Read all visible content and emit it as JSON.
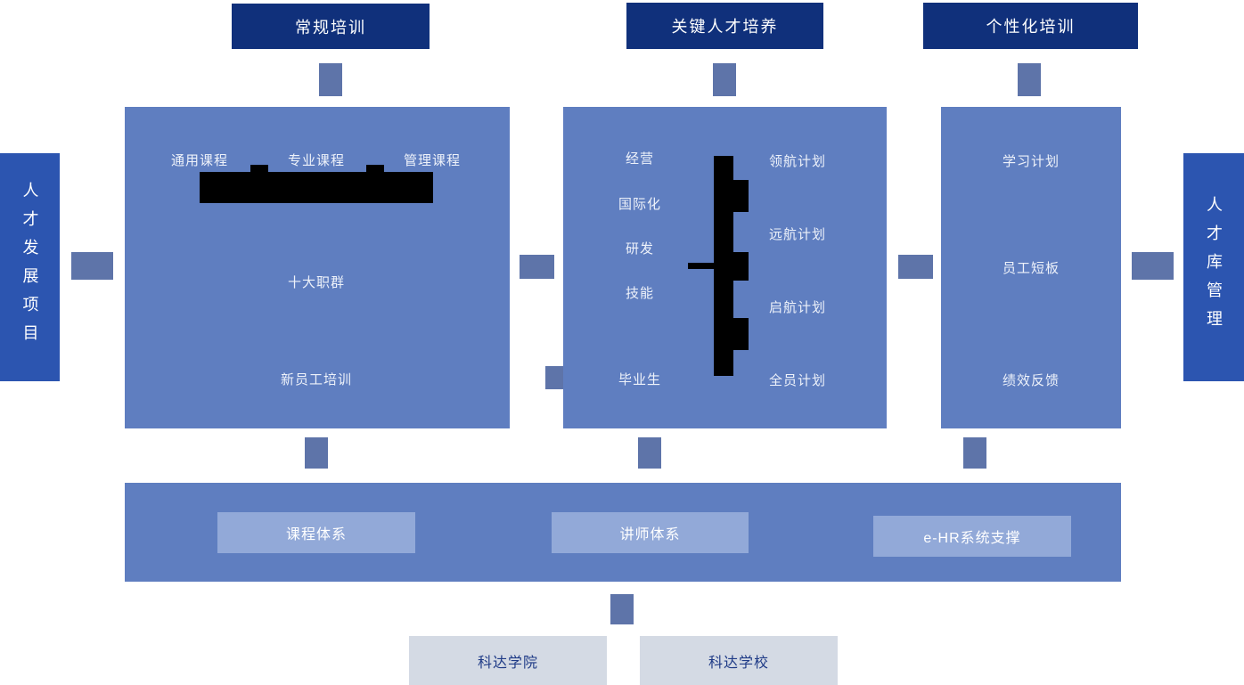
{
  "colors": {
    "header_bg": "#10307b",
    "panel_bg": "#5f7ec0",
    "side_bar_bg": "#2c55b0",
    "connector": "#5e74a9",
    "inner_box_bg": "#92a9d8",
    "school_box_bg": "#d4dae4",
    "school_box_text": "#1e3a86",
    "redaction": "#000000",
    "text_on_blue": "#ffffff"
  },
  "headers": [
    {
      "label": "常规培训"
    },
    {
      "label": "关键人才培养"
    },
    {
      "label": "个性化培训"
    }
  ],
  "side_bars": {
    "left": {
      "label": "人才发展项目"
    },
    "right": {
      "label": "人才库管理"
    }
  },
  "panels": {
    "regular_training": {
      "course_types": [
        "通用课程",
        "专业课程",
        "管理课程"
      ],
      "items": [
        "十大职群",
        "新员工培训"
      ]
    },
    "key_talent": {
      "left_items": [
        "经营",
        "国际化",
        "研发",
        "技能",
        "毕业生"
      ],
      "right_items": [
        "领航计划",
        "远航计划",
        "启航计划",
        "全员计划"
      ]
    },
    "personalized": {
      "items": [
        "学习计划",
        "员工短板",
        "绩效反馈"
      ]
    }
  },
  "foundation": {
    "items": [
      "课程体系",
      "讲师体系",
      "e-HR系统支撑"
    ]
  },
  "schools": [
    "科达学院",
    "科达学校"
  ]
}
